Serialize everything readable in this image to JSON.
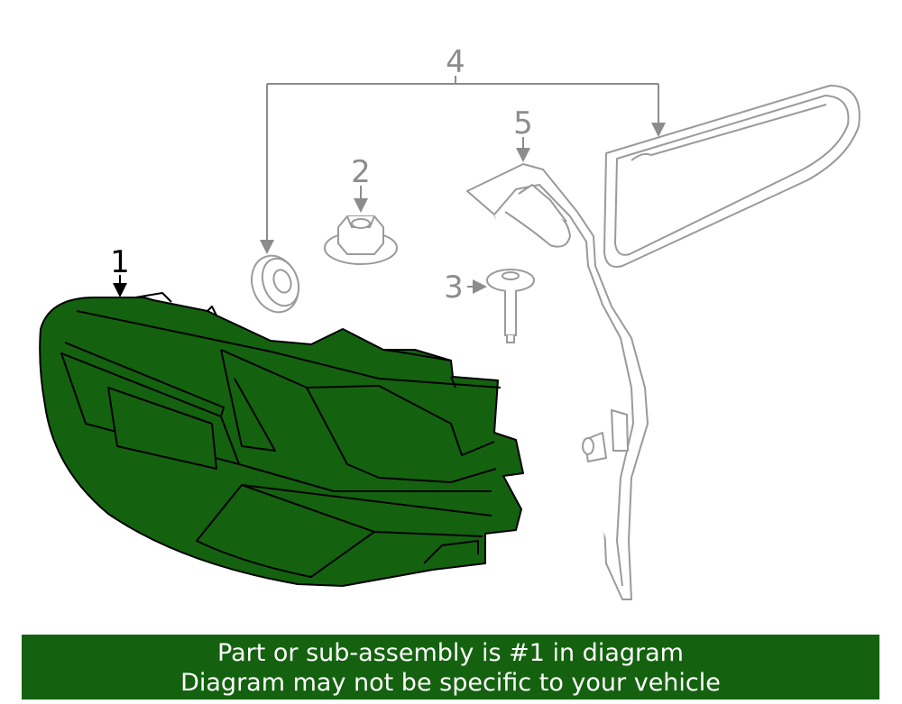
{
  "callouts": {
    "c1": "1",
    "c2": "2",
    "c3": "3",
    "c4": "4",
    "c5": "5"
  },
  "banner": {
    "line1": "Part or sub-assembly is #1 in diagram",
    "line2": "Diagram may not be specific to your vehicle"
  },
  "colors": {
    "highlight_fill": "#14620f",
    "part_outline": "#9a9a9a",
    "highlight_outline": "#000000",
    "banner_bg": "#14620f",
    "banner_text": "#ffffff"
  }
}
